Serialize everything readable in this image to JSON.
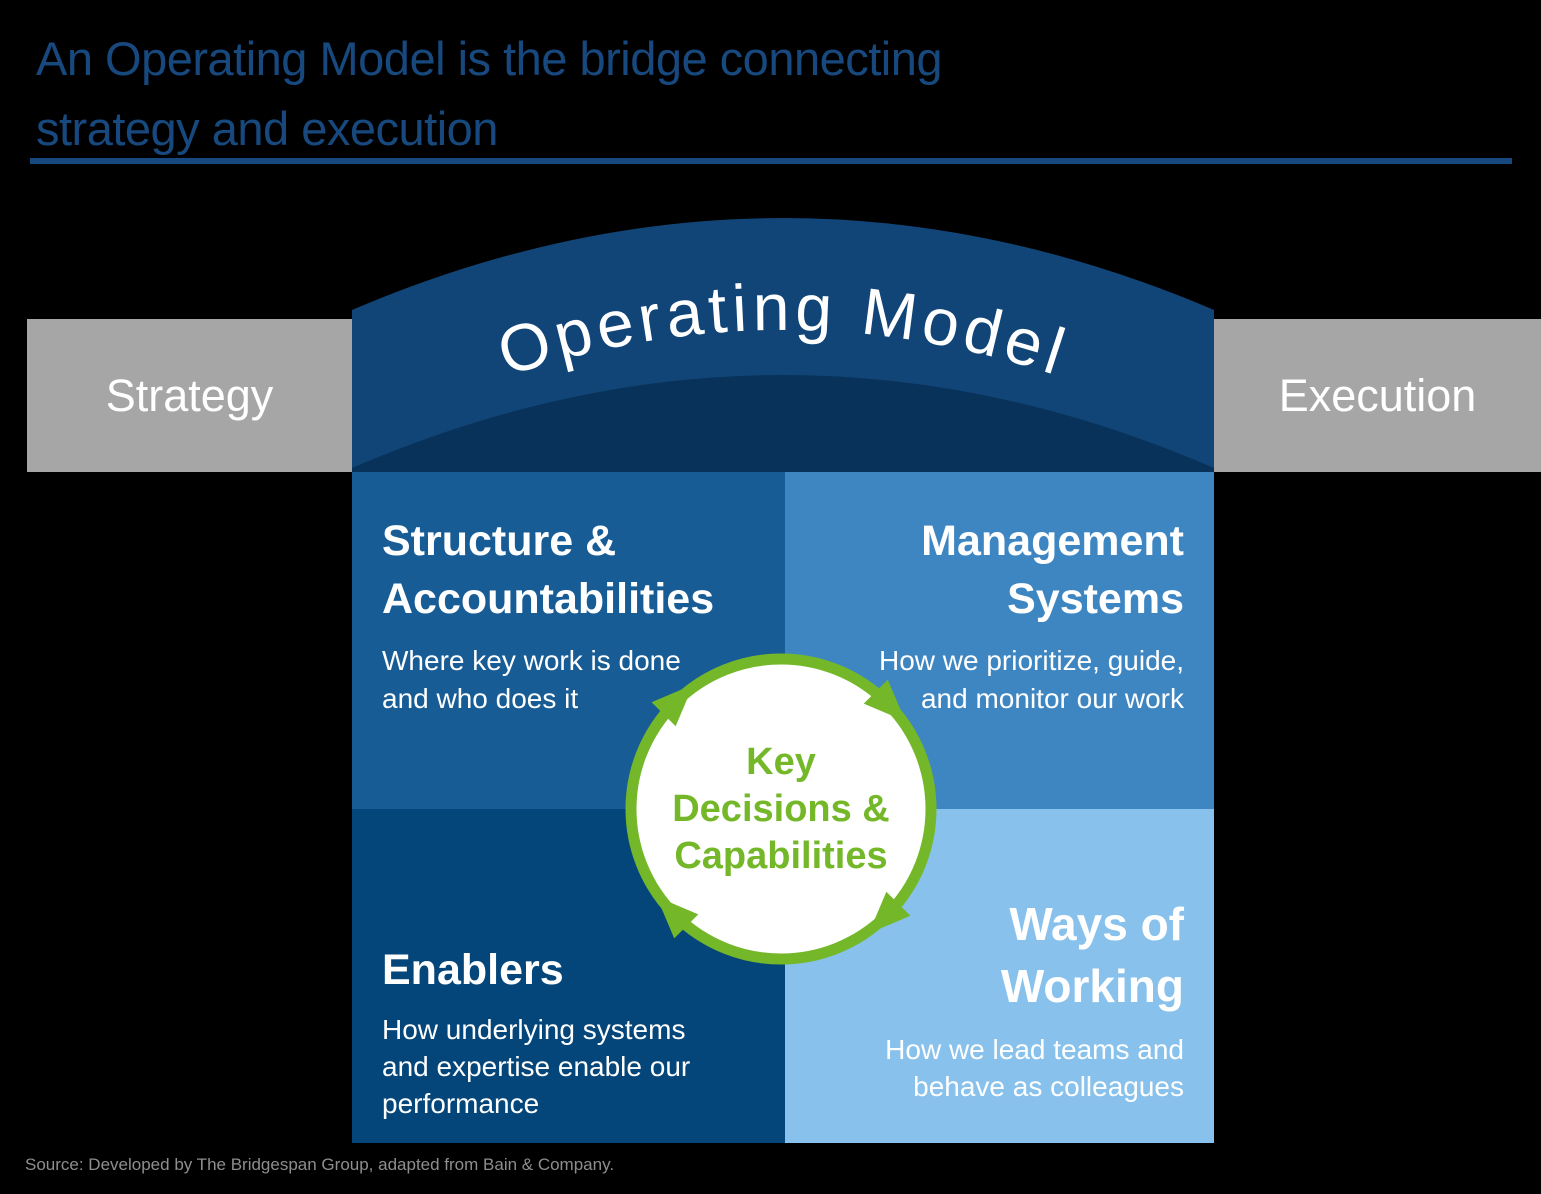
{
  "title": {
    "text": "An Operating Model is the bridge connecting\nstrategy and execution"
  },
  "bridge": {
    "arch_label": "Operating Model",
    "left_pillar_label": "Strategy",
    "right_pillar_label": "Execution"
  },
  "quadrants": {
    "structure": {
      "title": "Structure &\nAccountabilities",
      "desc": "Where key work is done\nand who does it"
    },
    "management": {
      "title": "Management\nSystems",
      "desc": "How we prioritize, guide,\nand monitor our work"
    },
    "enablers": {
      "title": "Enablers",
      "desc": "How underlying systems\nand expertise enable our\nperformance"
    },
    "ways": {
      "title": "Ways of\nWorking",
      "desc": "How we lead teams and\nbehave as colleagues"
    }
  },
  "center": {
    "label": "Key\nDecisions &\nCapabilities"
  },
  "source": "Source: Developed by The Bridgespan Group, adapted from Bain & Company.",
  "colors": {
    "background": "#000000",
    "title_blue": "#17497F",
    "pillar_gray": "#A6A6A6",
    "arch_blue": "#114577",
    "arch_shadow_blue": "#083259",
    "quad_structure": "#175C95",
    "quad_management": "#3E86C2",
    "quad_enablers": "#05467A",
    "quad_ways": "#88C2EC",
    "accent_green": "#74B829",
    "source_gray": "#8E8E8E",
    "text_white": "#FFFFFF"
  }
}
